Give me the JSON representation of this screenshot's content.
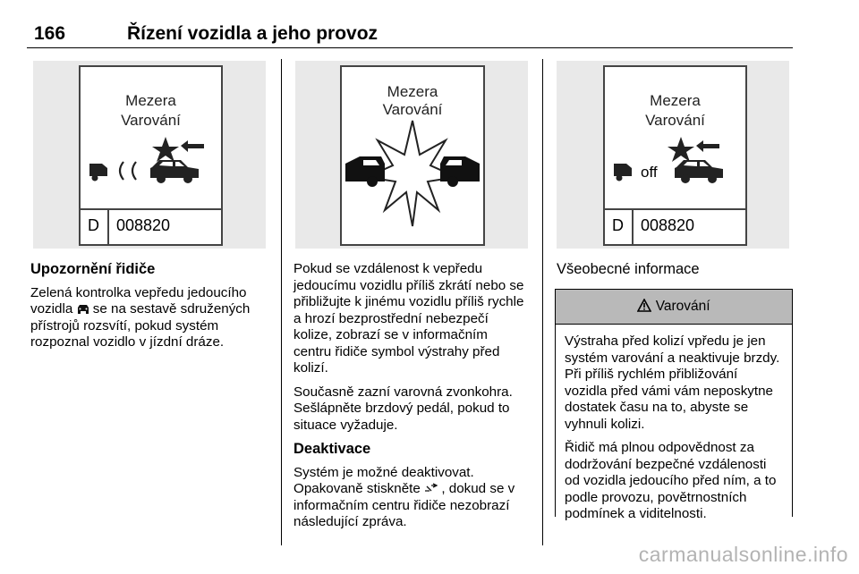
{
  "header": {
    "page_number": "166",
    "chapter_title": "Řízení vozidla a jeho provoz"
  },
  "figures": [
    {
      "line1": "Mezera",
      "line2": "Varování",
      "code_letter": "D",
      "code_value": "008820"
    },
    {
      "line1": "Mezera",
      "line2": "Varování"
    },
    {
      "line1": "Mezera",
      "line2": "Varování",
      "off_label": "off",
      "code_letter": "D",
      "code_value": "008820"
    }
  ],
  "col1": {
    "heading": "Upozornění řidiče",
    "para_before_icon": "Zelená kontrolka vepředu jedoucího vozidla",
    "para_after_icon": "se na sestavě sdružených přístrojů rozsvítí, pokud systém rozpoznal vozidlo v jízdní dráze."
  },
  "col2": {
    "para1": "Pokud se vzdálenost k vepředu jedoucímu vozidlu příliš zkrátí nebo se přibližujte k jinému vozidlu příliš rychle a hrozí bezprostřední nebezpečí kolize, zobrazí se v informačním centru řidiče symbol výstrahy před kolizí.",
    "para2": "Současně zazní varovná zvonkohra. Sešlápněte brzdový pedál, pokud to situace vyžaduje.",
    "heading": "Deaktivace",
    "para3": "Systém je možné deaktivovat.",
    "para4_before_icon": "Opakovaně stiskněte",
    "para4_after_icon": ", dokud se v informačním centru řidiče nezobrazí následující zpráva."
  },
  "col3": {
    "heading": "Všeobecné informace",
    "warning_title": "Varování",
    "warning_para1": "Výstraha před kolizí vpředu je jen systém varování a neaktivuje brzdy. Při příliš rychlém přibližování vozidla před vámi vám neposkytne dostatek času na to, abyste se vyhnuli kolizi.",
    "warning_para2": "Řidič má plnou odpovědnost za dodržování bezpečné vzdálenosti od vozidla jedoucího před ním, a to podle provozu, povětrnostních podmínek a viditelnosti."
  },
  "watermark": "carmanualsonline.info",
  "icons": [
    "car-ahead-icon",
    "warning-triangle-icon",
    "steering-button-icon",
    "star-burst-icon"
  ]
}
